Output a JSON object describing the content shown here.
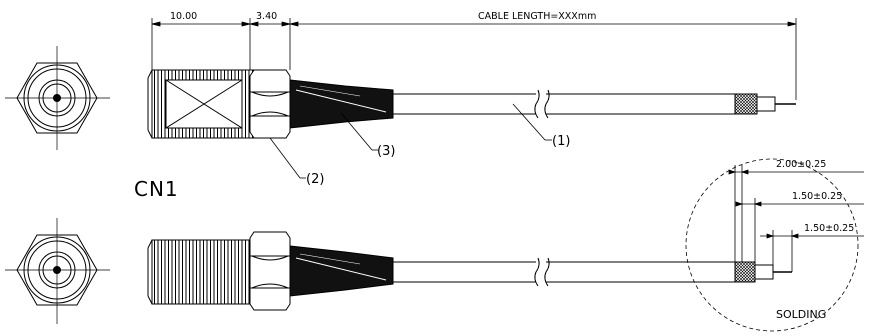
{
  "dimensions": {
    "top_left": "10.00",
    "top_mid": "3.40",
    "cable_length": "CABLE LENGTH=XXXmm",
    "strip_1": "2.00±0.25",
    "strip_2": "1.50±0.25",
    "strip_3": "1.50±0.25"
  },
  "callouts": {
    "cable": "(1)",
    "nut": "(2)",
    "sleeve": "(3)"
  },
  "labels": {
    "connector_id": "CN1",
    "detail": "SOLDING"
  }
}
